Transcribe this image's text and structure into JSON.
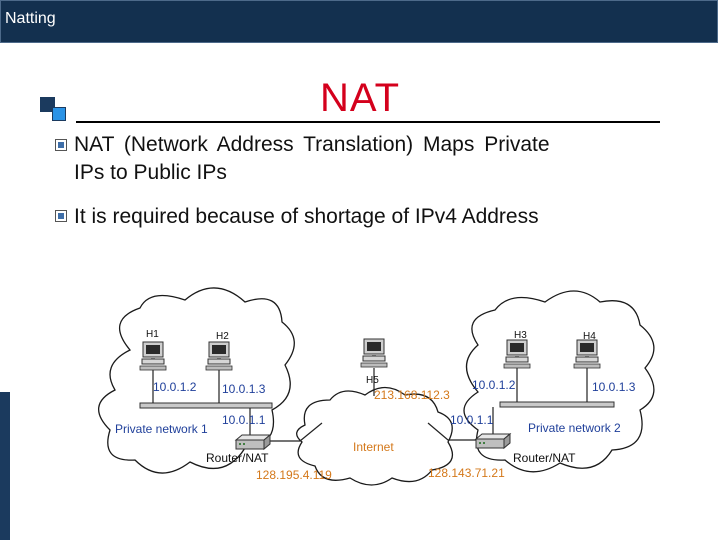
{
  "header": {
    "title": "Natting"
  },
  "slide": {
    "title": "NAT",
    "bullets": [
      {
        "line1": "NAT (Network Address Translation) Maps Private",
        "line2": "IPs to Public IPs"
      },
      {
        "line1": "It is required because of shortage of IPv4 Address"
      }
    ]
  },
  "diagram": {
    "hosts": [
      {
        "label": "H1",
        "ip": "10.0.1.2"
      },
      {
        "label": "H2",
        "ip": "10.0.1.3"
      },
      {
        "label": "H5",
        "ip": "213.168.112.3"
      },
      {
        "label": "H3",
        "ip": "10.0.1.2"
      },
      {
        "label": "H4",
        "ip": "10.0.1.3"
      }
    ],
    "networks": {
      "left": "Private network 1",
      "right": "Private network 2",
      "center": "Internet"
    },
    "routers": [
      {
        "label": "Router/NAT",
        "private_ip": "10.0.1.1",
        "public_ip": "128.195.4.119"
      },
      {
        "label": "Router/NAT",
        "private_ip": "10.0.1.1",
        "public_ip": "128.143.71.21"
      }
    ],
    "colors": {
      "public_ip": "#d4781a",
      "private_ip": "#1f3f9a",
      "cloud_stroke": "#1a1a1a",
      "link": "#222222"
    }
  }
}
